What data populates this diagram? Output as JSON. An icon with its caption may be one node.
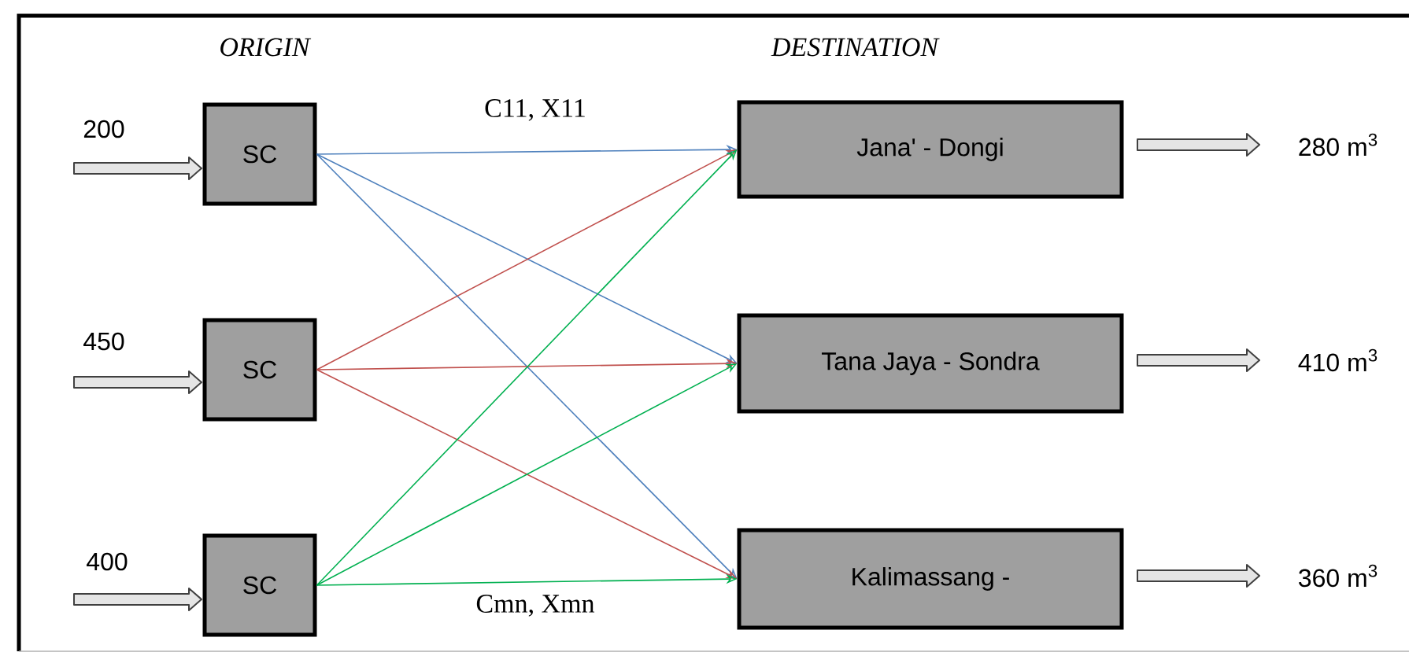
{
  "diagram": {
    "nodes": [
      {
        "text": [
          "SC"
        ]
      },
      {
        "text": [
          "SC"
        ]
      },
      {
        "text": [
          "SC"
        ]
      },
      {
        "text": [
          "Jana' - Dongi"
        ]
      },
      {
        "text": [
          "Tana Jaya - Sondra"
        ]
      },
      {
        "text": [
          "Kalimassang -"
        ]
      }
    ],
    "edges": [
      {
        "from": 0,
        "to": 3,
        "arrow": "to",
        "color": "#4f81bd",
        "label": "C11, X11"
      },
      {
        "from": 0,
        "to": 4,
        "arrow": "to",
        "color": "#4f81bd"
      },
      {
        "from": 0,
        "to": 5,
        "arrow": "to",
        "color": "#4f81bd"
      },
      {
        "from": 1,
        "to": 3,
        "arrow": "to",
        "color": "#c0504d"
      },
      {
        "from": 1,
        "to": 4,
        "arrow": "to",
        "color": "#c0504d"
      },
      {
        "from": 1,
        "to": 5,
        "arrow": "to",
        "color": "#c0504d"
      },
      {
        "from": 2,
        "to": 3,
        "arrow": "to",
        "color": "#00b050"
      },
      {
        "from": 2,
        "to": 4,
        "arrow": "to",
        "color": "#00b050"
      },
      {
        "from": 2,
        "to": 5,
        "arrow": "to",
        "color": "#00b050",
        "label": "Cmn, Xmn"
      },
      {
        "from": null,
        "to": 0,
        "arrow": "to",
        "style": "thick",
        "label": "200"
      },
      {
        "from": null,
        "to": 1,
        "arrow": "to",
        "style": "thick",
        "label": "450"
      },
      {
        "from": null,
        "to": 2,
        "arrow": "to",
        "style": "thick",
        "label": "400"
      },
      {
        "from": 3,
        "to": null,
        "arrow": "to",
        "style": "thick",
        "label": "280 m$^{3}$"
      },
      {
        "from": 4,
        "to": null,
        "arrow": "to",
        "style": "thick",
        "label": "410 m$^{3}$"
      },
      {
        "from": 5,
        "to": null,
        "arrow": "to",
        "style": "thick",
        "label": "360 m$^{3}$"
      }
    ],
    "labels": [
      "ORIGIN",
      "DESTINATION"
    ]
  }
}
